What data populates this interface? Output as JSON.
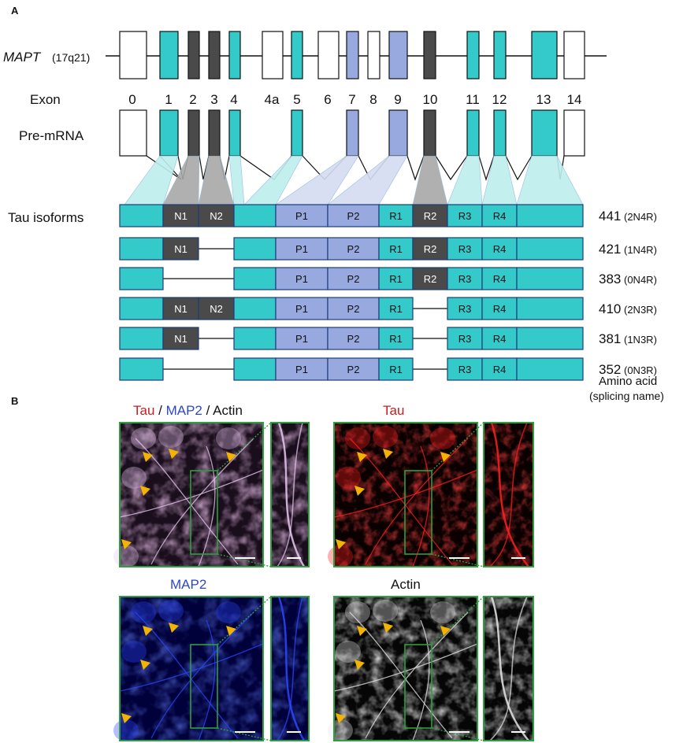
{
  "panel_a_label": "A",
  "panel_b_label": "B",
  "gene": {
    "name": "MAPT",
    "locus": "(17q21)"
  },
  "row_labels": {
    "exon": "Exon",
    "premrna": "Pre-mRNA",
    "isoforms": "Tau isoforms"
  },
  "colors": {
    "teal": "#34CACA",
    "blue": "#97A9DF",
    "dark": "#4A4A4A",
    "outline": "#1d3c7a",
    "green": "#2E9E3E",
    "arrow": "#F2B400",
    "tau": "#C81E1E",
    "map2": "#2E46C8"
  },
  "exons": [
    {
      "label": "0",
      "color": "white"
    },
    {
      "label": "1",
      "color": "teal"
    },
    {
      "label": "2",
      "color": "dark"
    },
    {
      "label": "3",
      "color": "dark"
    },
    {
      "label": "4",
      "color": "teal"
    },
    {
      "label": "4a",
      "color": "white"
    },
    {
      "label": "5",
      "color": "teal"
    },
    {
      "label": "6",
      "color": "white"
    },
    {
      "label": "7",
      "color": "blue"
    },
    {
      "label": "8",
      "color": "white"
    },
    {
      "label": "9",
      "color": "blue"
    },
    {
      "label": "10",
      "color": "dark"
    },
    {
      "label": "11",
      "color": "teal"
    },
    {
      "label": "12",
      "color": "teal"
    },
    {
      "label": "13",
      "color": "teal"
    },
    {
      "label": "14",
      "color": "white"
    }
  ],
  "segment_labels": {
    "n1": "N1",
    "n2": "N2",
    "p1": "P1",
    "p2": "P2",
    "r1": "R1",
    "r2": "R2",
    "r3": "R3",
    "r4": "R4"
  },
  "isoforms": [
    {
      "aa": "441",
      "name": "(2N4R)",
      "n1": true,
      "n2": true,
      "r2": true
    },
    {
      "aa": "421",
      "name": "(1N4R)",
      "n1": true,
      "n2": false,
      "r2": true
    },
    {
      "aa": "383",
      "name": "(0N4R)",
      "n1": false,
      "n2": false,
      "r2": true
    },
    {
      "aa": "410",
      "name": "(2N3R)",
      "n1": true,
      "n2": true,
      "r2": false
    },
    {
      "aa": "381",
      "name": "(1N3R)",
      "n1": true,
      "n2": false,
      "r2": false
    },
    {
      "aa": "352",
      "name": "(0N3R)",
      "n1": false,
      "n2": false,
      "r2": false
    }
  ],
  "amino_acid_label": "Amino acid",
  "splicing_name_label": "(splicing name)",
  "panel_b": {
    "merged_title": {
      "tau": "Tau",
      "sep1": " / ",
      "map2": "MAP2",
      "sep2": " / ",
      "actin": "Actin"
    },
    "tau_title": "Tau",
    "map2_title": "MAP2",
    "actin_title": "Actin"
  }
}
